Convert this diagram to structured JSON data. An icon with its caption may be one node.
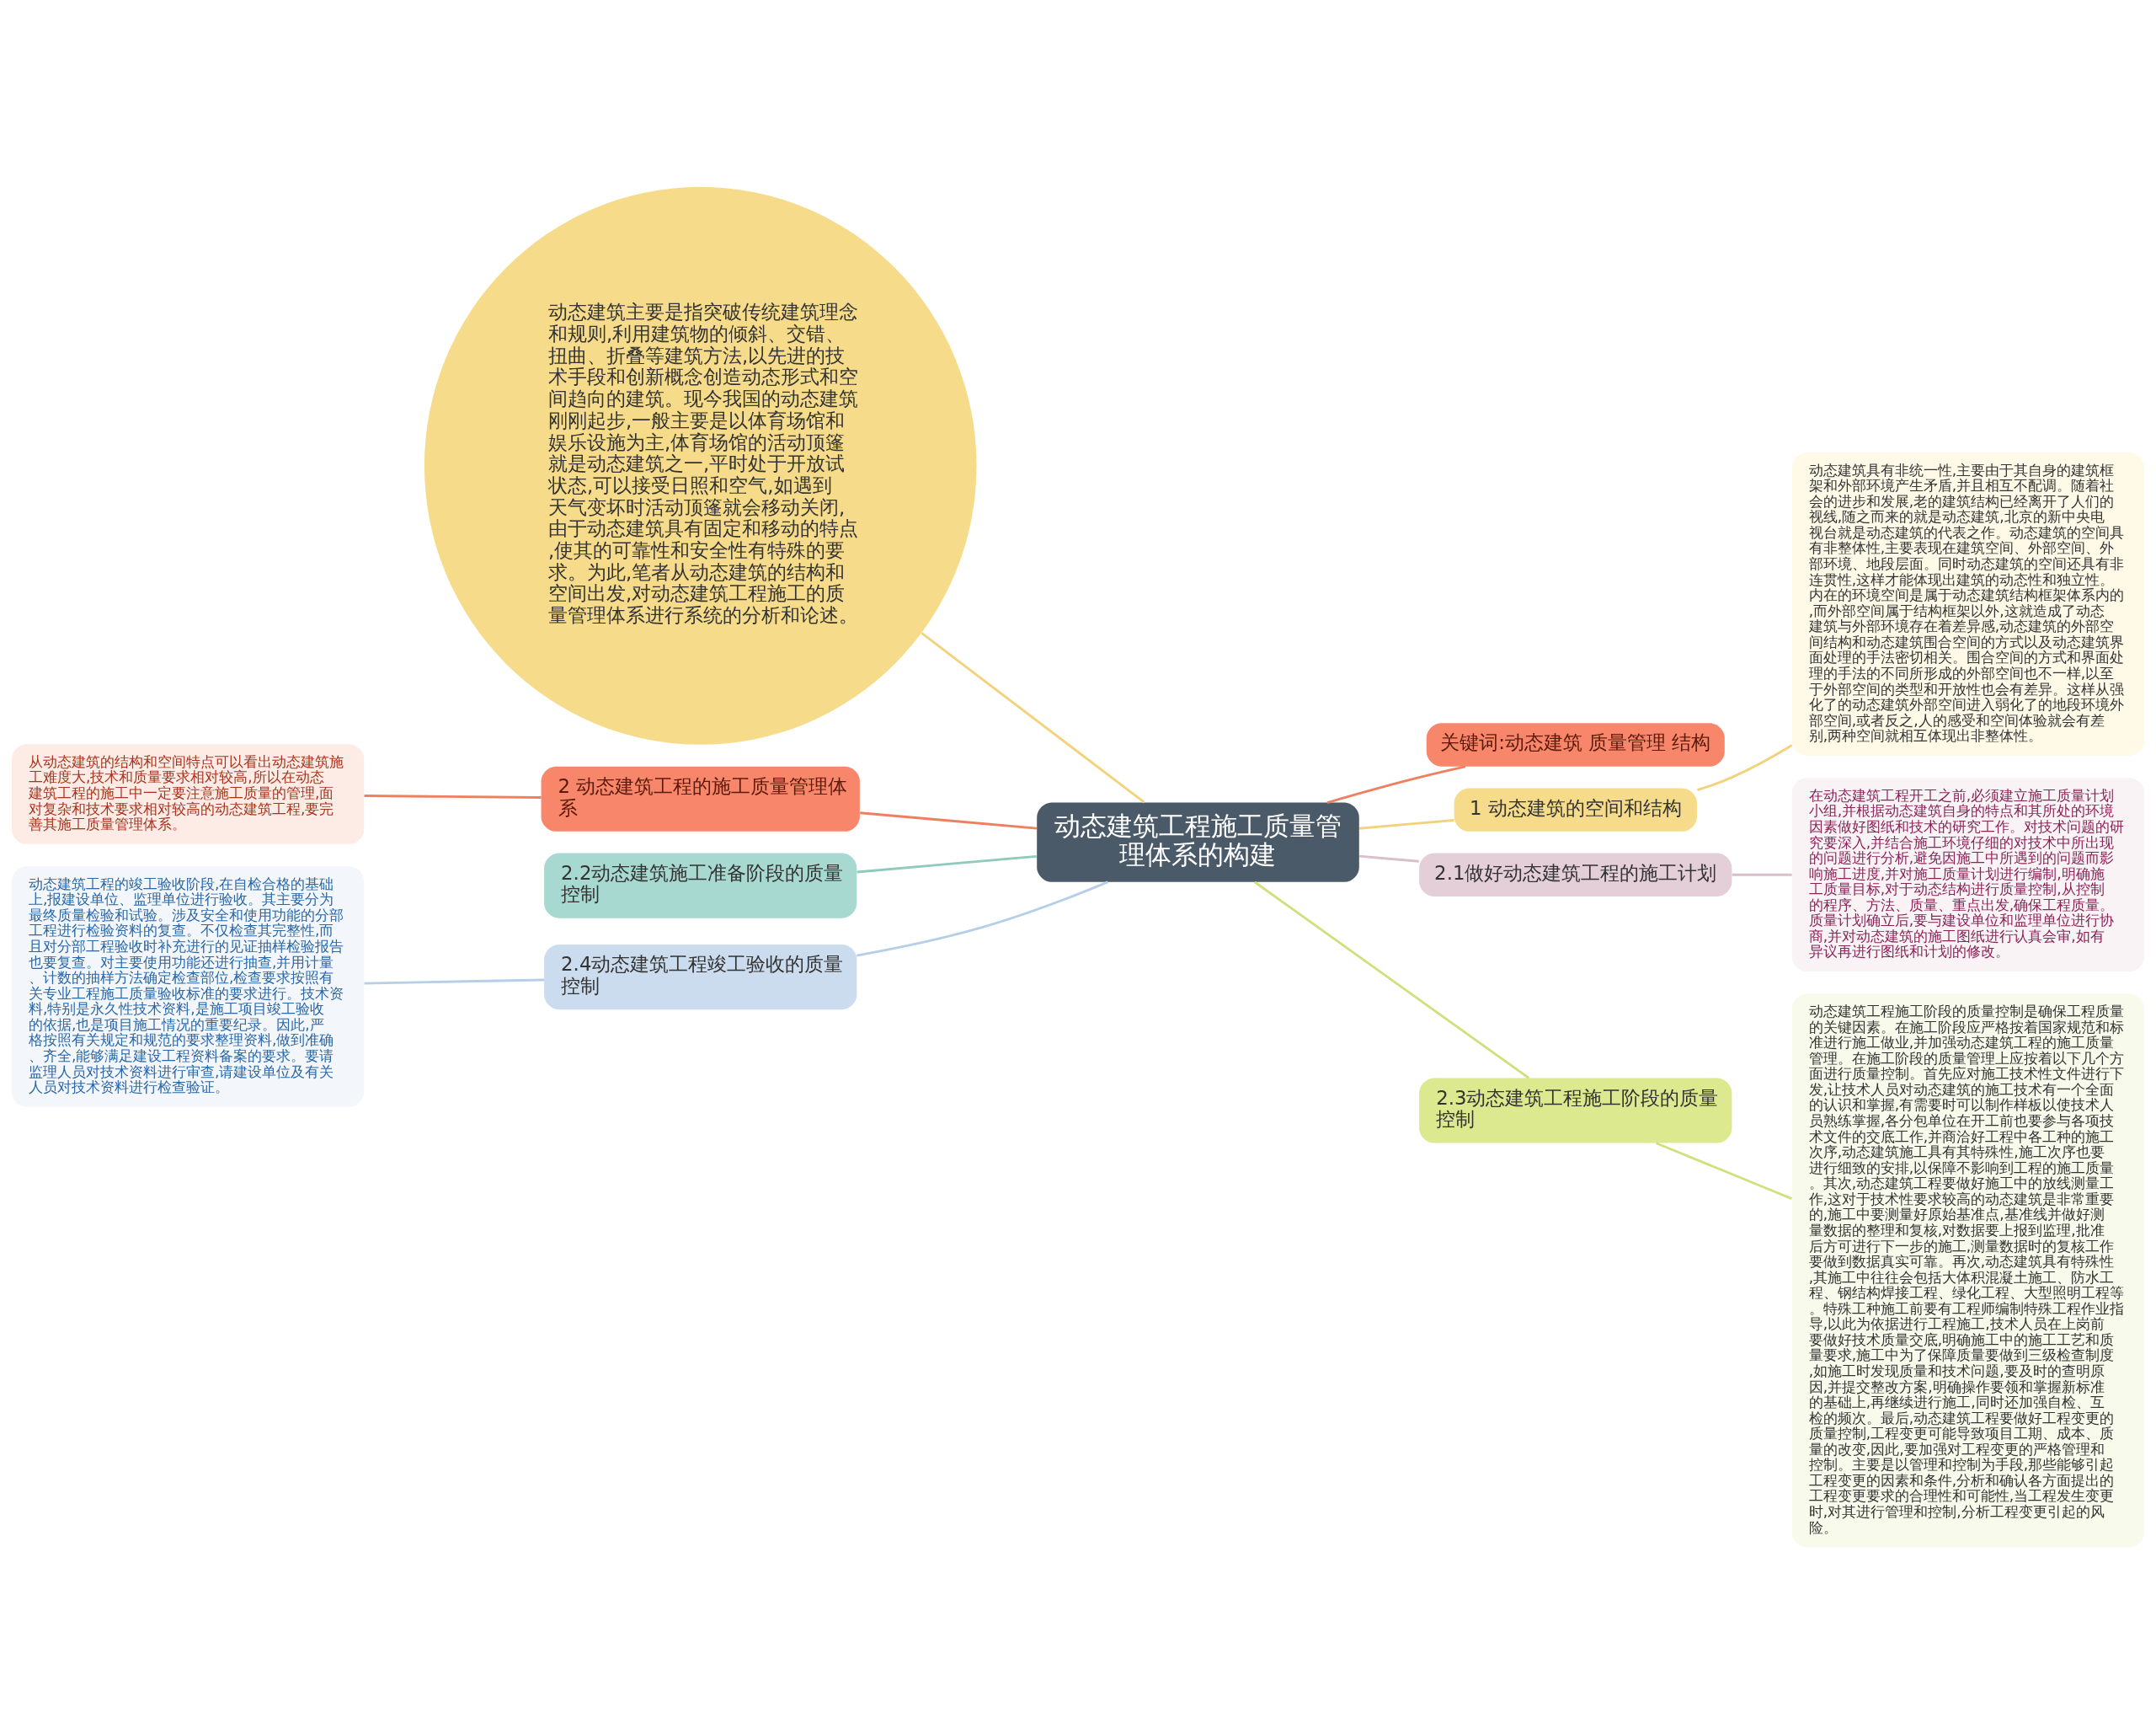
{
  "diagram": {
    "nodes": [
      {
        "text": [
          "动态建筑工程施工质量管理体系的构建"
        ]
      },
      {
        "text": [
          "关键词:动态建筑 质量管理 结构"
        ]
      },
      {
        "text": [
          "动态建筑主要是指突破传统建筑理念和规则,利用建筑物的倾斜、交错、扭曲、折叠等建筑方法,以先进的技术手段和创新概念创造动态形式和空间趋向的建筑。现今我国的动态建筑刚刚起步,一般主要是以体育场馆和娱乐设施为主,体育场馆的活动顶篷就是动态建筑之一,平时处于开放试状态,可以接受日照和空气,如遇到天气变坏时活动顶篷就会移动关闭,由于动态建筑具有固定和移动的特点,使其的可靠性和安全性有特殊的要求。为此,笔者从动态建筑的结构和空间出发,对动态建筑工程施工的质量管理体系进行系统的分析和论述。"
        ]
      },
      {
        "text": [
          "1 动态建筑的空间和结构"
        ]
      },
      {
        "text": [
          "动态建筑具有非统一性,主要由于其自身的建筑框架和外部环境产生矛盾,并且相互不配调。随着社会的进步和发展,老的建筑结构已经离开了人们的视线,随之而来的就是动态建筑,北京的新中央电视台就是动态建筑的代表之作。动态建筑的空间具有非整体性,主要表现在建筑空间、外部空间、外部环境、地段层面。同时动态建筑的空间还具有非连贯性,这样才能体现出建筑的动态性和独立性。内在的环境空间是属于动态建筑结构框架体系内的,而外部空间属于结构框架以外,这就造成了动态建筑与外部环境存在着差异感,动态建筑的外部空间结构和动态建筑围合空间的方式以及动态建筑界面处理的手法密切相关。围合空间的方式和界面处理的手法的不同所形成的外部空间也不一样,以至于外部空间的类型和开放性也会有差异。这样从强化了的动态建筑外部空间进入弱化了的地段环境外部空间,或者反之,人的感受和空间体验就会有差别,两种空间就相互体现出非整体性。"
        ]
      },
      {
        "text": [
          "2 动态建筑工程的施工质量管理体系"
        ]
      },
      {
        "text": [
          "从动态建筑的结构和空间特点可以看出动态建筑施工难度大,技术和质量要求相对较高,所以在动态建筑工程的施工中一定要注意施工质量的管理,面对复杂和技术要求相对较高的动态建筑工程,要完善其施工质量管理体系。"
        ]
      },
      {
        "text": [
          "2.1做好动态建筑工程的施工计划"
        ]
      },
      {
        "text": [
          "在动态建筑工程开工之前,必须建立施工质量计划小组,并根据动态建筑自身的特点和其所处的环境因素做好图纸和技术的研究工作。对技术问题的研究要深入,并结合施工环境仔细的对技术中所出现的问题进行分析,避免因施工中所遇到的问题而影响施工进度,并对施工质量计划进行编制,明确施工质量目标,对于动态结构进行质量控制,从控制的程序、方法、质量、重点出发,确保工程质量。质量计划确立后,要与建设单位和监理单位进行协商,并对动态建筑的施工图纸进行认真会审,如有异议再进行图纸和计划的修改。"
        ]
      },
      {
        "text": [
          "2.2动态建筑施工准备阶段的质量控制"
        ]
      },
      {
        "text": [
          "2.4动态建筑工程竣工验收的质量控制"
        ]
      },
      {
        "text": [
          "动态建筑工程的竣工验收阶段,在自检合格的基础上,报建设单位、监理单位进行验收。其主要分为最终质量检验和试验。涉及安全和使用功能的分部工程进行检验资料的复查。不仅检查其完整性,而且对分部工程验收时补充进行的见证抽样检验报告也要复查。对主要使用功能还进行抽查,并用计量、计数的抽样方法确定检查部位,检查要求按照有关专业工程施工质量验收标准的要求进行。技术资料,特别是永久性技术资料,是施工项目竣工验收的依据,也是项目施工情况的重要纪录。因此,严格按照有关规定和规范的要求整理资料,做到准确、齐全,能够满足建设工程资料备案的要求。要请监理人员对技术资料进行审查,请建设单位及有关人员对技术资料进行检查验证。"
        ]
      },
      {
        "text": [
          "2.3动态建筑工程施工阶段的质量控制"
        ]
      },
      {
        "text": [
          "动态建筑工程施工阶段的质量控制是确保工程质量的关键因素。在施工阶段应严格按着国家规范和标准进行施工做业,并加强动态建筑工程的施工质量管理。在施工阶段的质量管理上应按着以下几个方面进行质量控制。首先应对施工技术性文件进行下发,让技术人员对动态建筑的施工技术有一个全面的认识和掌握,有需要时可以制作样板以使技术人员熟练掌握,各分包单位在开工前也要参与各项技术文件的交底工作,并商洽好工程中各工种的施工次序,动态建筑施工具有其特殊性,施工次序也要进行细致的安排,以保障不影响到工程的施工质量。其次,动态建筑工程要做好施工中的放线测量工作,这对于技术性要求较高的动态建筑是非常重要的,施工中要测量好原始基准点,基准线并做好测量数据的整理和复核,对数据要上报到监理,批准后方可进行下一步的施工,测量数据时的复核工作要做到数据真实可靠。再次,动态建筑具有特殊性,其施工中往往会包括大体积混凝土施工、防水工程、钢结构焊接工程、绿化工程、大型照明工程等。特殊工种施工前要有工程师编制特殊工程作业指导,以此为依据进行工程施工,技术人员在上岗前要做好技术质量交底,明确施工中的施工工艺和质量要求,施工中为了保障质量要做到三级检查制度,如施工时发现质量和技术问题,要及时的查明原因,并提交整改方案,明确操作要领和掌握新标准的基础上,再继续进行施工,同时还加强自检、互检的频次。最后,动态建筑工程要做好工程变更的质量控制,工程变更可能导致项目工期、成本、质量的改变,因此,要加强对工程变更的严格管理和控制。主要是以管理和控制为手段,那些能够引起工程变更的因素和条件,分析和确认各方面提出的工程变更要求的合理性和可能性,当工程发生变更时,对其进行管理和控制,分析工程变更引起的风险。"
        ]
      }
    ],
    "edges": [
      {
        "from": 0,
        "to": 1,
        "arrow": "none",
        "color": "#ee7f5f"
      },
      {
        "from": 0,
        "to": 2,
        "arrow": "none",
        "color": "#f2d27a"
      },
      {
        "from": 0,
        "to": 3,
        "arrow": "none",
        "color": "#f2d27a"
      },
      {
        "from": 3,
        "to": 4,
        "arrow": "none",
        "color": "#f2d27a"
      },
      {
        "from": 0,
        "to": 5,
        "arrow": "none",
        "color": "#ee7f5f"
      },
      {
        "from": 5,
        "to": 6,
        "arrow": "none",
        "color": "#ee7f5f"
      },
      {
        "from": 0,
        "to": 7,
        "arrow": "none",
        "color": "#d9bfcc"
      },
      {
        "from": 7,
        "to": 8,
        "arrow": "none",
        "color": "#d9bfcc"
      },
      {
        "from": 0,
        "to": 9,
        "arrow": "none",
        "color": "#8fcabd"
      },
      {
        "from": 0,
        "to": 10,
        "arrow": "none",
        "color": "#b6cfe6"
      },
      {
        "from": 10,
        "to": 11,
        "arrow": "none",
        "color": "#b6cfe6"
      },
      {
        "from": 0,
        "to": 12,
        "arrow": "none",
        "color": "#cfe07e"
      },
      {
        "from": 12,
        "to": 13,
        "arrow": "none",
        "color": "#cfe07e"
      }
    ]
  }
}
